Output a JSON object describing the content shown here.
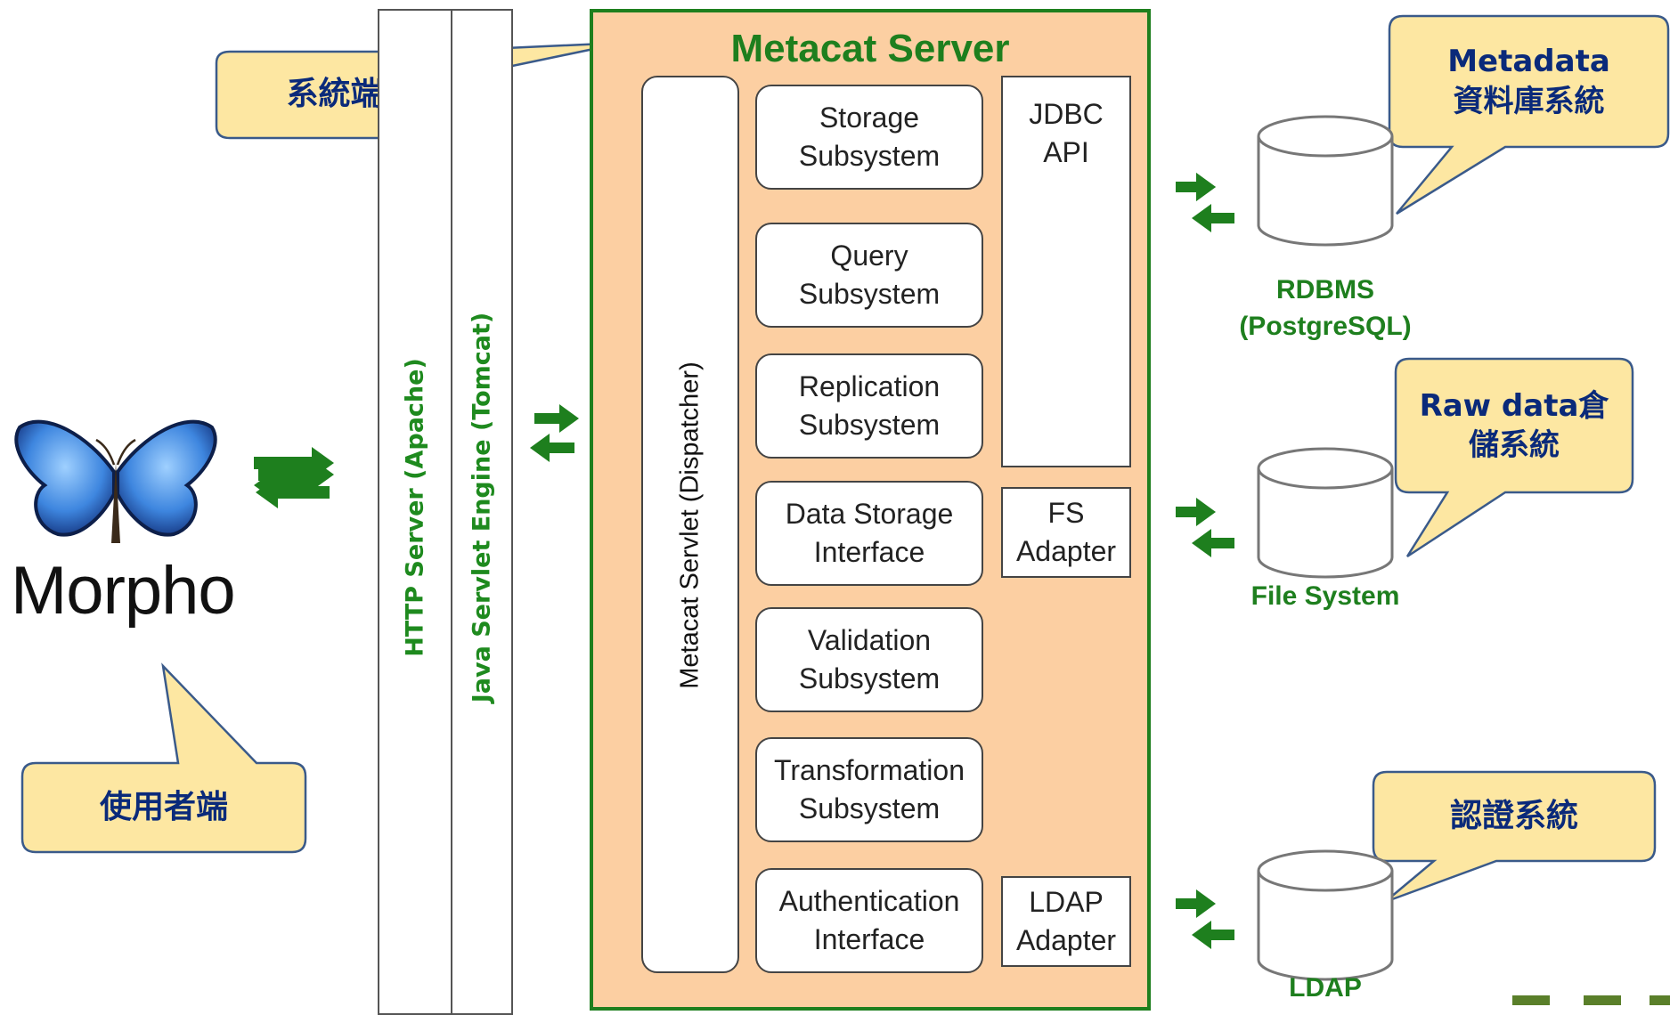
{
  "client": {
    "app_name": "Morpho",
    "callout": "使用者端"
  },
  "system_callout": "系統端",
  "bars": {
    "http": "HTTP Server (Apache)",
    "java": "Java Servlet Engine (Tomcat)"
  },
  "server": {
    "title": "Metacat Server",
    "servlet": "Metacat Servlet (Dispatcher)",
    "subsystems": [
      "Storage\nSubsystem",
      "Query\nSubsystem",
      "Replication\nSubsystem",
      "Data Storage\nInterface",
      "Validation\nSubsystem",
      "Transformation\nSubsystem",
      "Authentication\nInterface"
    ],
    "apis": {
      "jdbc": "JDBC\nAPI",
      "fs": "FS\nAdapter",
      "ldap": "LDAP\nAdapter"
    }
  },
  "stores": {
    "rdbms": {
      "label": "RDBMS\n(PostgreSQL)",
      "callout": "Metadata\n資料庫系統"
    },
    "fs": {
      "label": "File System",
      "callout": "Raw data倉\n儲系統"
    },
    "ldap": {
      "label": "LDAP",
      "callout": "認證系統"
    }
  },
  "colors": {
    "green": "#1e7f1e",
    "server_fill": "#fccfa2",
    "callout_fill": "#fde7a2",
    "callout_border": "#3a5a8a",
    "callout_text": "#0a2a7a"
  }
}
